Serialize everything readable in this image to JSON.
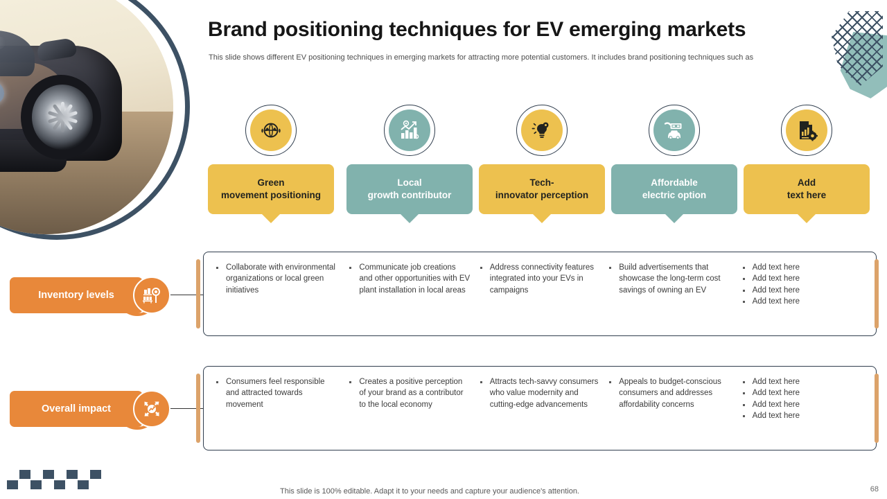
{
  "header": {
    "title": "Brand positioning techniques for EV emerging markets",
    "subtitle": "This slide shows different EV positioning techniques in emerging markets for attracting more potential customers. It includes brand positioning techniques such as"
  },
  "colors": {
    "yellow": "#edc14f",
    "teal": "#81b2ad",
    "orange": "#e8883a",
    "navy": "#3d5164",
    "accent_bar": "#dca36a",
    "card_text_dark": "#22231f",
    "card_text_light": "#ffffff"
  },
  "cards": [
    {
      "icon": "globe-leaves-icon",
      "line1": "Green",
      "line2": "movement positioning",
      "theme": "yellow"
    },
    {
      "icon": "growth-chart-gear-icon",
      "line1": "Local",
      "line2": "growth contributor",
      "theme": "teal"
    },
    {
      "icon": "lightbulb-gear-icon",
      "line1": "Tech-",
      "line2": "innovator perception",
      "theme": "yellow"
    },
    {
      "icon": "money-car-icon",
      "line1": "Affordable",
      "line2": "electric option",
      "theme": "teal"
    },
    {
      "icon": "document-gear-chart-icon",
      "line1": "Add",
      "line2": "text here",
      "theme": "yellow"
    }
  ],
  "rows": [
    {
      "label": "Inventory levels",
      "icon": "shelf-magnifier-icon",
      "columns": [
        [
          "Collaborate with environmental organizations or local green initiatives"
        ],
        [
          "Communicate job creations and other opportunities with EV plant installation in local areas"
        ],
        [
          "Address connectivity features integrated into your EVs in campaigns"
        ],
        [
          "Build advertisements that showcase the long-term cost savings of owning an EV"
        ],
        [
          "Add text here",
          "Add text here",
          "Add text here",
          "Add text here"
        ]
      ]
    },
    {
      "label": "Overall impact",
      "icon": "impact-arrows-icon",
      "columns": [
        [
          "Consumers feel responsible and attracted towards movement"
        ],
        [
          "Creates a positive perception of your brand as a contributor to the local economy"
        ],
        [
          "Attracts tech-savvy consumers who value modernity and cutting-edge advancements"
        ],
        [
          "Appeals to budget-conscious consumers and addresses affordability concerns"
        ],
        [
          "Add text here",
          "Add text here",
          "Add text here",
          "Add text here"
        ]
      ]
    }
  ],
  "footer": {
    "note": "This slide is 100% editable. Adapt it to your needs and capture your audience's attention.",
    "page_number": "68"
  }
}
